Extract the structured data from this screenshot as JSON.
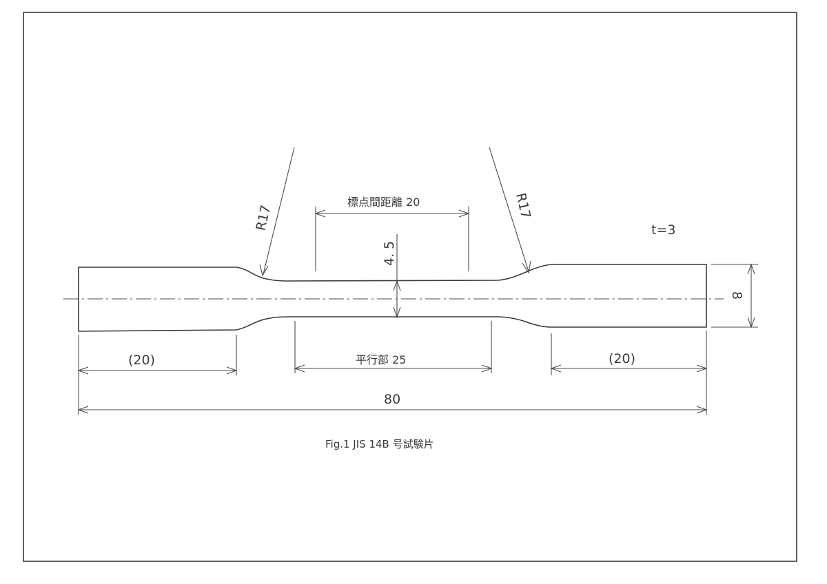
{
  "figure": {
    "caption": "Fig.1  JIS  14B 号試験片",
    "thickness_label": "t=3",
    "radius_left_label": "R17",
    "radius_right_label": "R17",
    "gauge_length_label": "標点間距離 20",
    "width_narrow_label": "4. 5",
    "parallel_length_label": "平行部  25",
    "grip_left_label": "(20)",
    "grip_right_label": "(20)",
    "overall_length_label": "80",
    "width_grip_label": "8"
  }
}
